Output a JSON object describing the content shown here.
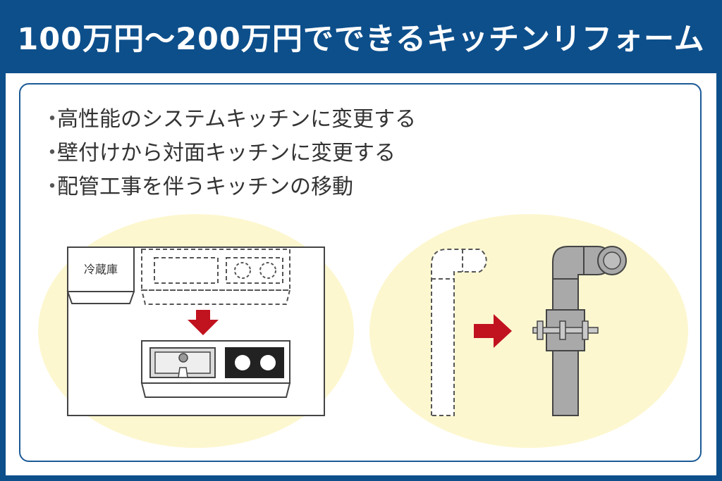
{
  "header": {
    "title": "100万円〜200万円でできるキッチンリフォーム"
  },
  "bullets": [
    "高性能のシステムキッチンに変更する",
    "壁付けから対面キッチンに変更する",
    "配管工事を伴うキッチンの移動"
  ],
  "illustration": {
    "fridge_label": "冷蔵庫"
  },
  "colors": {
    "header_bg": "#0d4f8b",
    "accent_arrow": "#c1121f",
    "highlight_circle": "#fdf7d0",
    "pipe_gray": "#a9a9a9"
  }
}
